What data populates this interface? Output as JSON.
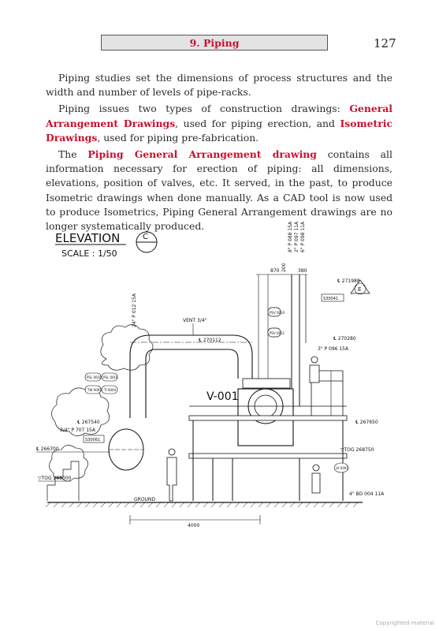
{
  "header": {
    "title": "9. Piping",
    "page_number": "127"
  },
  "paragraphs": {
    "p1": "Piping studies set the dimensions of process structures and the width and number of levels of pipe-racks.",
    "p2_a": "Piping issues two types of construction drawings: ",
    "p2_b": "General Arrangement Drawings",
    "p2_c": ", used for piping erection, and ",
    "p2_d": "Isometric Drawings",
    "p2_e": ", used for piping pre-fabrication.",
    "p3_a": "The ",
    "p3_b": "Piping General Arrangement drawing",
    "p3_c": " contains all information necessary for erection of piping: all dimensions, elevations, position of valves, etc. It served, in the past, to produce Isometric drawings when done manually. As a CAD tool is now used to produce Isometrics, Piping General Arrangement drawings are no longer systematically produced."
  },
  "drawing": {
    "elevation_title": "ELEVATION",
    "scale": "SCALE : 1/50",
    "section_mark": "C",
    "e_mark": "E",
    "vessel": "V-001",
    "vent": "VENT 3/4\"",
    "ground": "GROUND",
    "dim_870": "870",
    "dim_200": "200",
    "dim_380": "380",
    "dim_4000": "4000",
    "line_24": "24\" P 012 15A",
    "line_top1": "8\" P 088 15A",
    "line_top2": "2\" P 097 11A",
    "line_top3": "6\" P 098 11A",
    "cl_271988": "℄ 271988",
    "cl_270112": "℄ 270112",
    "cl_270280": "℄ 270280",
    "line_3in": "3\" P 096 15A",
    "cl_267540": "℄ 267540",
    "line_34": "3/4\" P 707 15A",
    "tag_s30061": "S30061",
    "tag_s30041": "S30041",
    "cl_266700": "℄ 266700",
    "tog_266000": "▽TOG 266000",
    "cl_267650": "℄ 267650",
    "tog_268750": "▽TOG 268750",
    "line_bd": "4\" BD 004 11A",
    "inst_psv1": "PSV 0010",
    "inst_psv2": "PSV 0011",
    "inst_psl": "PSL 0010",
    "inst_psl2": "PSL 0010",
    "inst_tw": "TW 0003",
    "inst_ti": "TI 0004",
    "inst_lv": "LV 0001"
  },
  "footer": {
    "copyright": "Copyrighted material"
  }
}
